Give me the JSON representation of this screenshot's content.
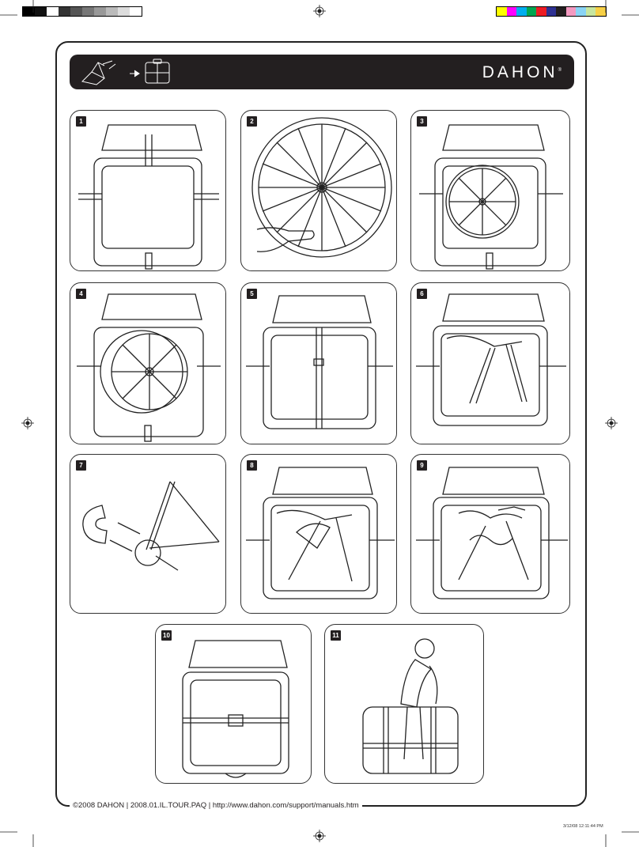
{
  "brand": {
    "name": "DAHON",
    "trademark": "®"
  },
  "steps": [
    {
      "number": "1"
    },
    {
      "number": "2"
    },
    {
      "number": "3"
    },
    {
      "number": "4"
    },
    {
      "number": "5"
    },
    {
      "number": "6"
    },
    {
      "number": "7"
    },
    {
      "number": "8"
    },
    {
      "number": "9"
    },
    {
      "number": "10"
    },
    {
      "number": "11"
    }
  ],
  "footer": {
    "text": "©2008 DAHON  |  2008.01.IL.TOUR.PAQ  |  http://www.dahon.com/support/manuals.htm"
  },
  "print_timestamp": "3/12/08   12:11:44 PM",
  "colors": {
    "bar": "#231f20",
    "ink": "#222222",
    "background": "#ffffff"
  },
  "color_bar": [
    "#ffff00",
    "#ff00ff",
    "#00aeef",
    "#00a651",
    "#ed1c24",
    "#2e3192",
    "#231f20",
    "#f49ac1",
    "#8ad4f5",
    "#c7e6a0",
    "#f7d046"
  ]
}
